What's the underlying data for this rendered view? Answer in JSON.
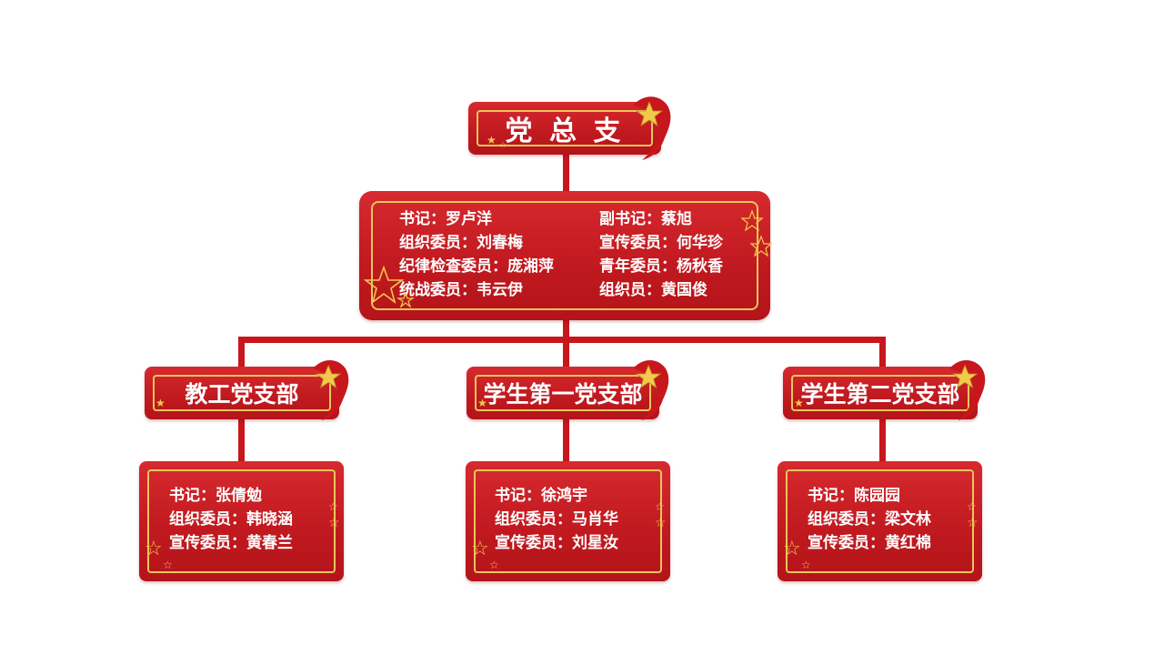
{
  "root": {
    "title": "党 总 支"
  },
  "committee": {
    "left": [
      "书记：罗卢洋",
      "组织委员：刘春梅",
      "纪律检查委员：庞湘萍",
      "统战委员：韦云伊"
    ],
    "right": [
      "副书记：蔡旭",
      "宣传委员：何华珍",
      "青年委员：杨秋香",
      "组织员：黄国俊"
    ]
  },
  "branches": [
    {
      "title": "教工党支部",
      "members": [
        "书记：张倩勉",
        "组织委员：韩晓涵",
        "宣传委员：黄春兰"
      ]
    },
    {
      "title": "学生第一党支部",
      "members": [
        "书记：徐鸿宇",
        "组织委员：马肖华",
        "宣传委员：刘星汝"
      ]
    },
    {
      "title": "学生第二党支部",
      "members": [
        "书记：陈园园",
        "组织委员：梁文林",
        "宣传委员：黄红棉"
      ]
    }
  ],
  "colors": {
    "primary": "#c8161d",
    "frame": "#e9c65a",
    "star": "#f2c94c",
    "text": "#ffffff"
  }
}
